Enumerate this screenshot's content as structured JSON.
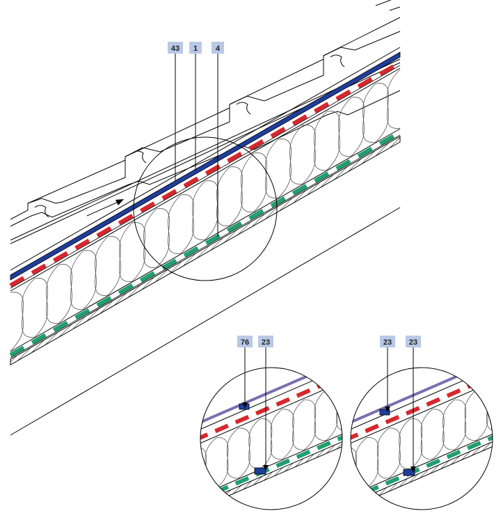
{
  "callouts_main": [
    "43",
    "1",
    "4"
  ],
  "callouts_detail_left": [
    "76",
    "23"
  ],
  "callouts_detail_right": [
    "23",
    "23"
  ],
  "colors": {
    "blue_membrane": "#1f3e9c",
    "red_layer": "#d8262c",
    "green_layer": "#1fa06e",
    "callout_bg": "#b8c8e6",
    "insulation_line": "#555555"
  },
  "icons": [
    "flow-arrow-icon"
  ]
}
